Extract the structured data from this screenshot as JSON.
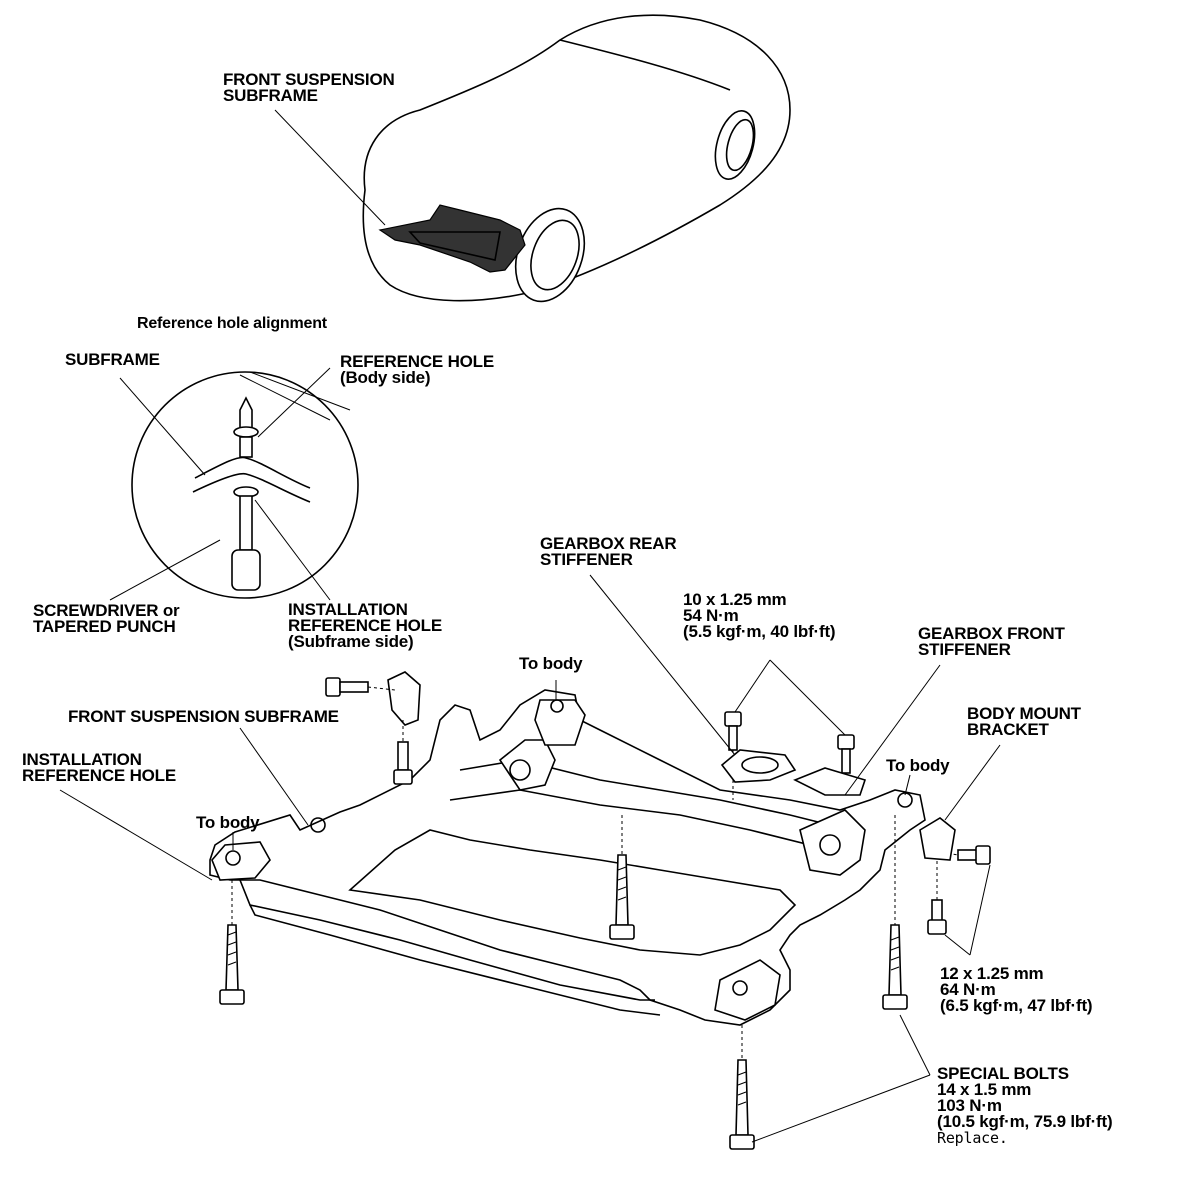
{
  "labels": {
    "car_subframe": [
      "FRONT SUSPENSION",
      "SUBFRAME"
    ],
    "ref_hole_alignment": "Reference hole alignment",
    "detail_subframe": "SUBFRAME",
    "ref_hole_body": [
      "REFERENCE HOLE",
      "(Body side)"
    ],
    "screwdriver": [
      "SCREWDRIVER or",
      "TAPERED PUNCH"
    ],
    "install_ref_hole_subframe": [
      "INSTALLATION",
      "REFERENCE HOLE",
      "(Subframe side)"
    ],
    "gearbox_rear": [
      "GEARBOX REAR",
      "STIFFENER"
    ],
    "bolt_10": [
      "10 x 1.25 mm",
      "54 N·m",
      "(5.5 kgf·m, 40 lbf·ft)"
    ],
    "gearbox_front": [
      "GEARBOX FRONT",
      "STIFFENER"
    ],
    "to_body_center": "To body",
    "front_susp_subframe": "FRONT SUSPENSION SUBFRAME",
    "body_mount_bracket": [
      "BODY MOUNT",
      "BRACKET"
    ],
    "install_ref_hole_left": [
      "INSTALLATION",
      "REFERENCE HOLE"
    ],
    "to_body_right": "To body",
    "to_body_left": "To body",
    "bolt_12": [
      "12 x 1.25 mm",
      "64 N·m",
      "(6.5 kgf·m, 47 lbf·ft)"
    ],
    "special_bolts": [
      "SPECIAL BOLTS",
      "14 x 1.5 mm",
      "103 N·m",
      "(10.5 kgf·m, 75.9 lbf·ft)"
    ],
    "replace": "Replace."
  }
}
